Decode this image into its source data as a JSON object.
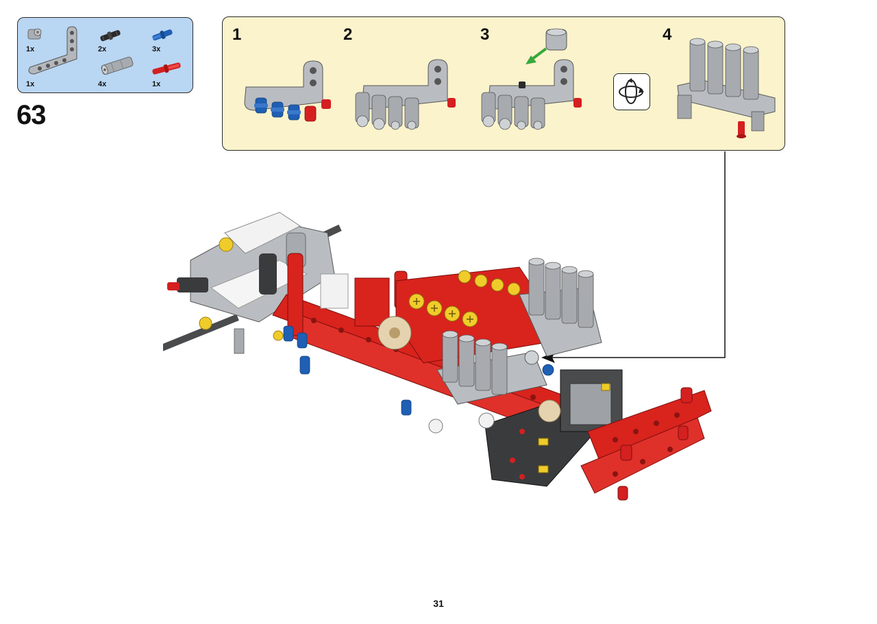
{
  "step": {
    "number": "63"
  },
  "parts": [
    {
      "name": "gray-bush",
      "qty": "1x",
      "color": "#a9aeb3"
    },
    {
      "name": "gray-l-beam",
      "qty": "1x",
      "color": "#b4b8bc"
    },
    {
      "name": "black-pin",
      "qty": "2x",
      "color": "#2a2a2a"
    },
    {
      "name": "blue-axle-pin",
      "qty": "3x",
      "color": "#1f5fb4"
    },
    {
      "name": "gray-axle-connector",
      "qty": "4x",
      "color": "#a7abaf"
    },
    {
      "name": "red-axle-pin",
      "qty": "1x",
      "color": "#d42020"
    }
  ],
  "substeps": [
    {
      "number": "1"
    },
    {
      "number": "2"
    },
    {
      "number": "3"
    },
    {
      "number": "4"
    }
  ],
  "icons": {
    "rotate": "rotate-model-icon",
    "insert_arrow": "green-insert-arrow-icon",
    "callout_arrow": "callout-arrow-icon"
  },
  "colors": {
    "parts_box": "#b9d6f3",
    "substep_box": "#fbf3cc",
    "technic_red": "#d9231d",
    "technic_gray": "#a9adb1",
    "technic_dark": "#3a3b3d",
    "technic_blue": "#1f5fb4",
    "technic_yellow": "#f0cc2a",
    "arrow_green": "#38a83c"
  },
  "page": {
    "number": "31"
  }
}
